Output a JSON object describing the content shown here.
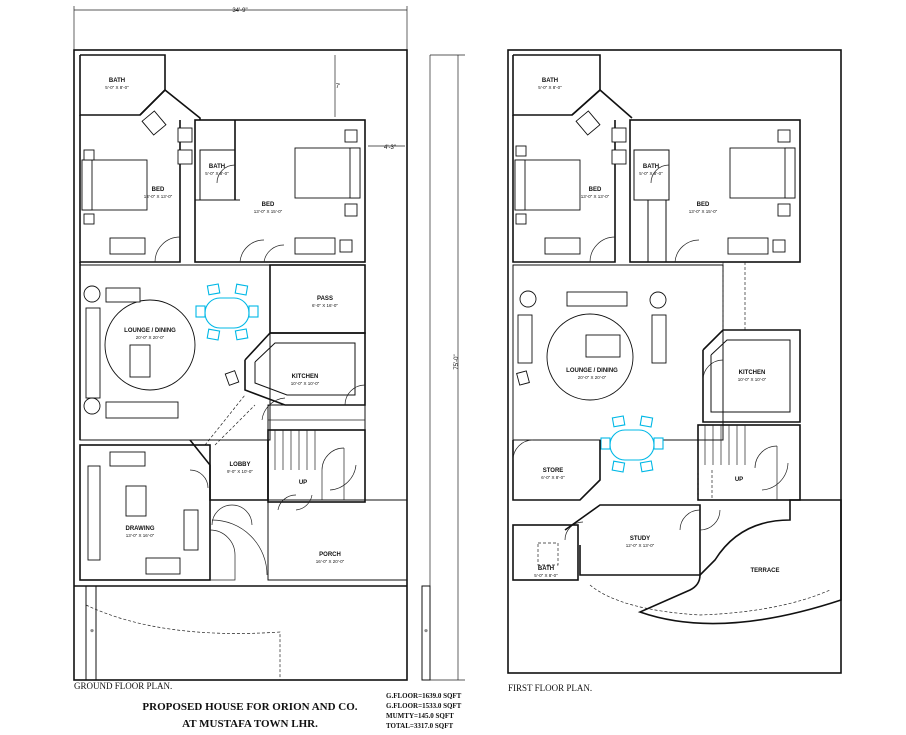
{
  "ground_floor": {
    "caption": "GROUND FLOOR PLAN.",
    "dims": {
      "top_width": "34'-9\"",
      "side": "7'",
      "depth": "75'-0\"",
      "setback": "4'-3\""
    },
    "rooms": {
      "bath_top": {
        "name": "BATH",
        "size": "5'-0\" X 8'-0\""
      },
      "bed_left": {
        "name": "BED",
        "size": "13'-0\" X 13'-0\""
      },
      "bath_mid": {
        "name": "BATH",
        "size": "5'-0\" X 8'-0\""
      },
      "bed_right": {
        "name": "BED",
        "size": "13'-0\" X 15'-0\""
      },
      "lounge": {
        "name": "LOUNGE / DINING",
        "size": "20'-0\" X 20'-0\""
      },
      "pass": {
        "name": "PASS",
        "size": "6'-0\" X 16'-0\""
      },
      "kitchen": {
        "name": "KITCHEN",
        "size": "10'-0\" X 10'-0\""
      },
      "lobby": {
        "name": "LOBBY",
        "size": "9'-0\" X 10'-0\""
      },
      "drawing": {
        "name": "DRAWING",
        "size": "13'-0\" X 16'-0\""
      },
      "porch": {
        "name": "PORCH",
        "size": "16'-0\" X 20'-0\""
      },
      "up": "UP"
    }
  },
  "first_floor": {
    "caption": "FIRST FLOOR PLAN.",
    "rooms": {
      "bath_top": {
        "name": "BATH",
        "size": "5'-0\" X 8'-0\""
      },
      "bed_left": {
        "name": "BED",
        "size": "13'-0\" X 13'-0\""
      },
      "bath_mid": {
        "name": "BATH",
        "size": "5'-0\" X 8'-0\""
      },
      "bed_right": {
        "name": "BED",
        "size": "13'-0\" X 15'-0\""
      },
      "lounge": {
        "name": "LOUNGE / DINING",
        "size": "20'-0\" X 20'-0\""
      },
      "kitchen": {
        "name": "KITCHEN",
        "size": "10'-0\" X 10'-0\""
      },
      "store": {
        "name": "STORE",
        "size": "6'-0\" X 8'-0\""
      },
      "study": {
        "name": "STUDY",
        "size": "12'-0\" X 13'-0\""
      },
      "bath_low": {
        "name": "BATH",
        "size": "5'-0\" X 8'-0\""
      },
      "terrace": {
        "name": "TERRACE"
      },
      "up": "UP"
    }
  },
  "title": {
    "line1": "PROPOSED HOUSE FOR ORION AND CO.",
    "line2": "AT MUSTAFA TOWN LHR."
  },
  "areas": {
    "g_floor": "G.FLOOR=1639.0 SQFT",
    "f_floor": "G.FLOOR=1533.0 SQFT",
    "mumty": "MUMTY=145.0 SQFT",
    "total": "TOTAL=3317.0 SQFT"
  },
  "colors": {
    "linework": "#111111",
    "dining_set": "#00b8e6",
    "background": "#ffffff"
  }
}
